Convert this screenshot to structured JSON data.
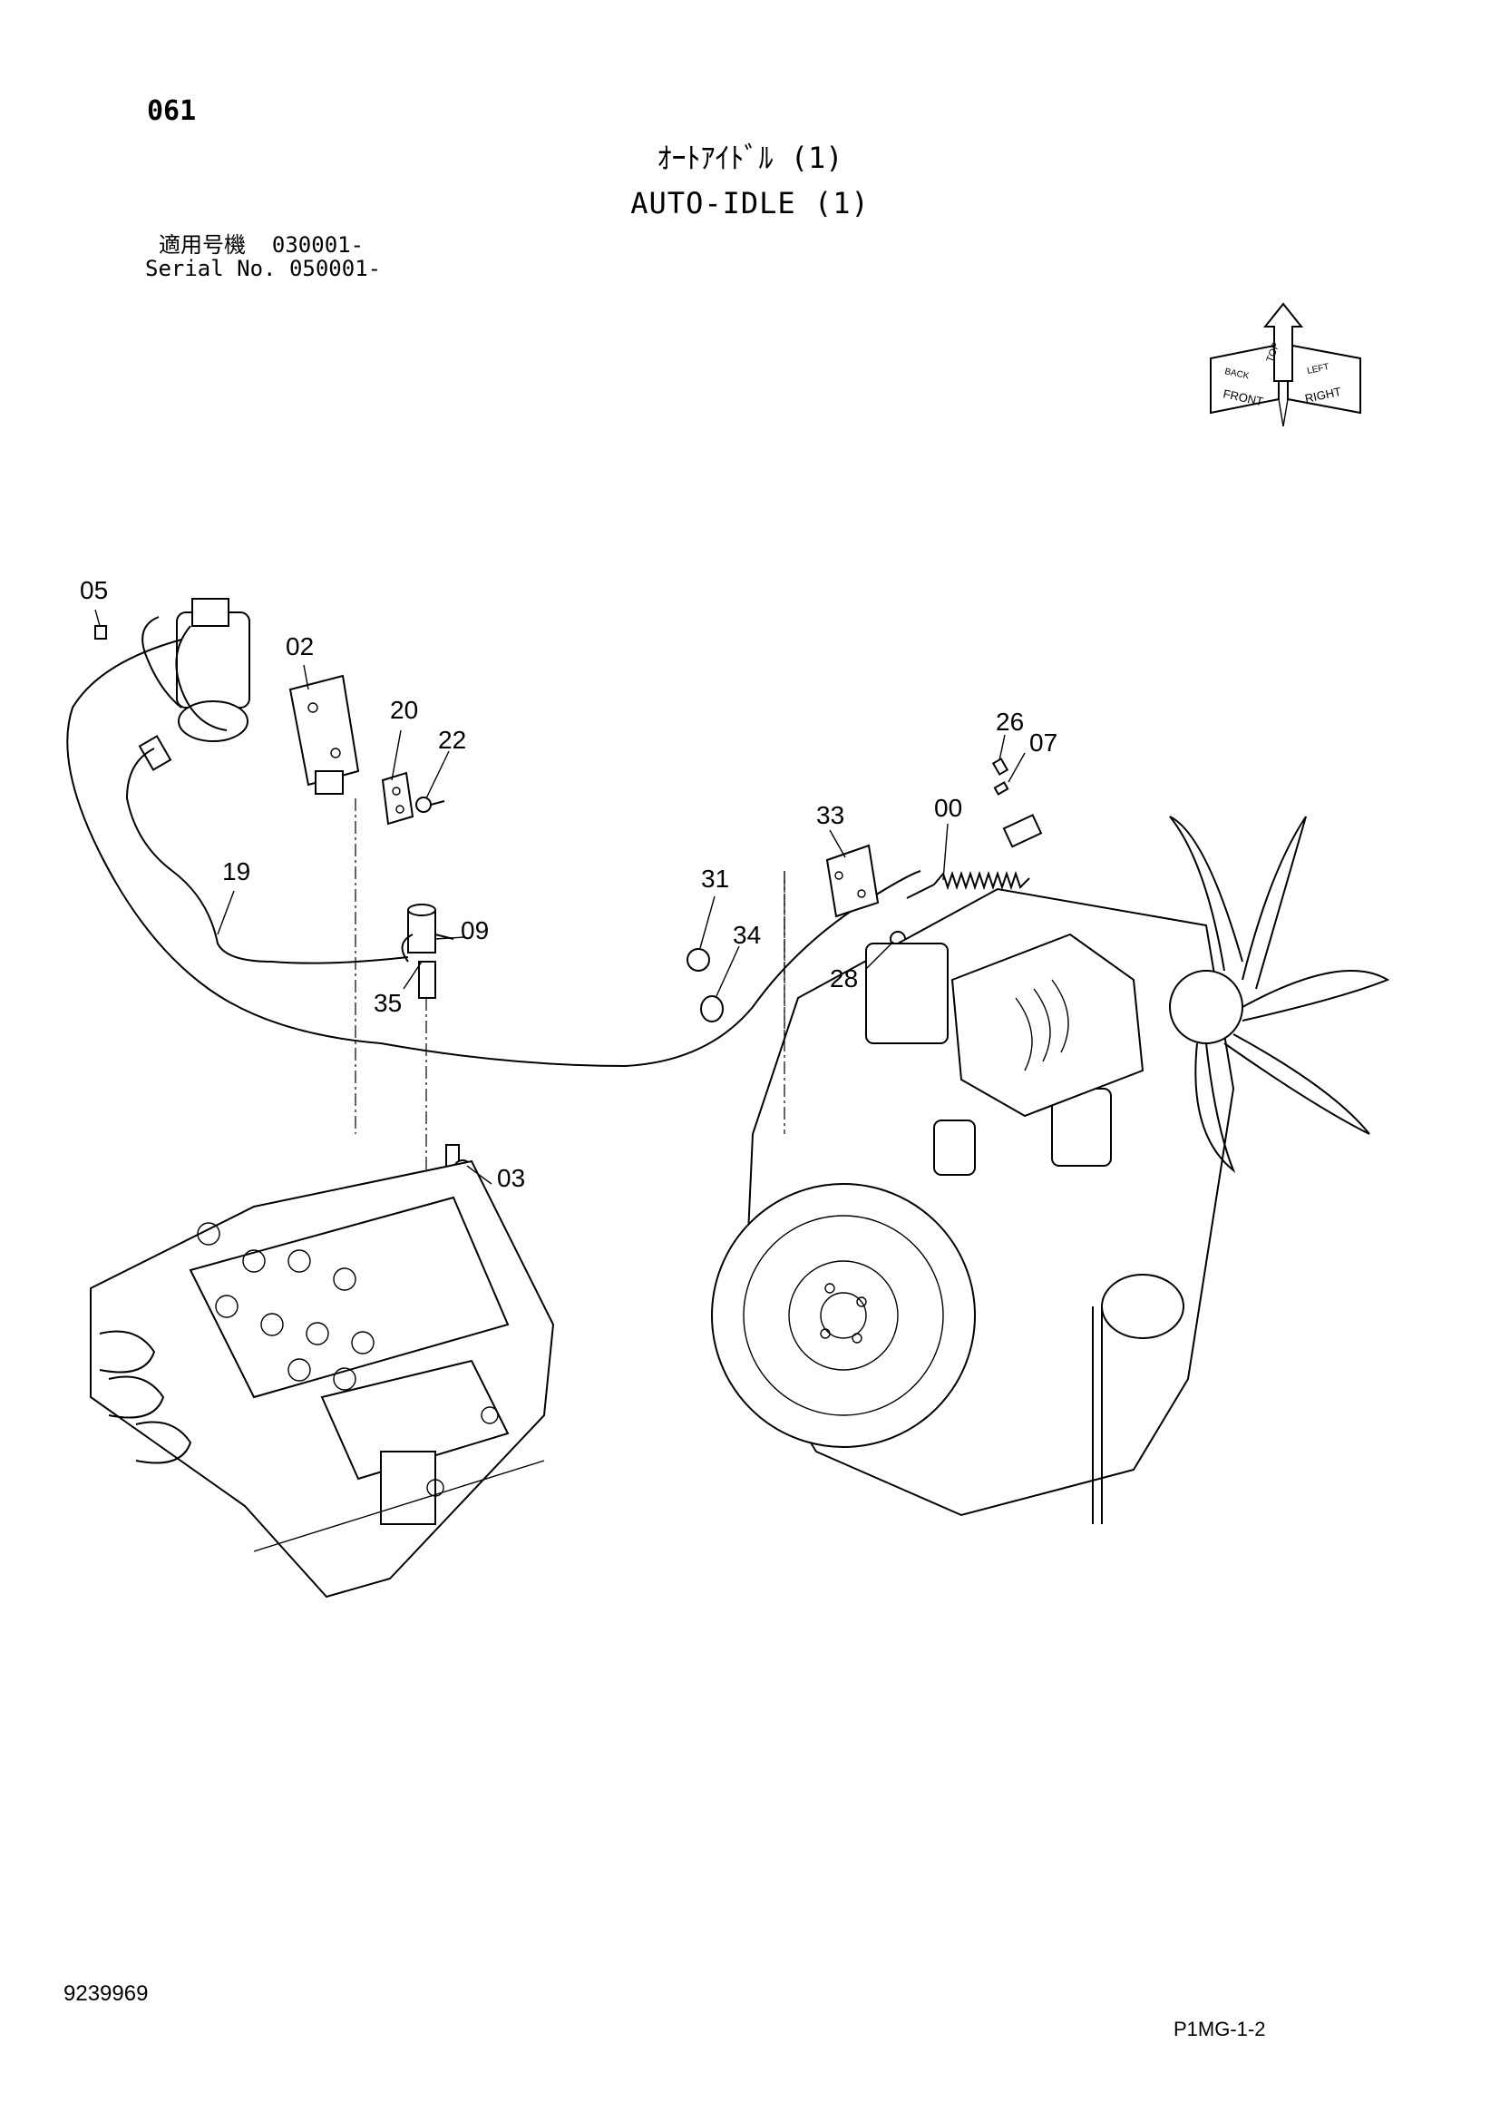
{
  "page_number": "061",
  "title_jp": "ｵｰﾄｱｲﾄﾞﾙ (1)",
  "title_en": "AUTO-IDLE (1)",
  "serial_jp": "適用号機  030001-",
  "serial_en": "Serial No. 050001-",
  "orientation_labels": {
    "top": "TOP",
    "front": "FRONT",
    "right": "RIGHT",
    "back": "BACK",
    "left": "LEFT"
  },
  "callouts": [
    "05",
    "02",
    "20",
    "22",
    "19",
    "09",
    "35",
    "03",
    "31",
    "34",
    "33",
    "00",
    "26",
    "07",
    "28"
  ],
  "document_number": "9239969",
  "page_reference": "P1MG-1-2"
}
